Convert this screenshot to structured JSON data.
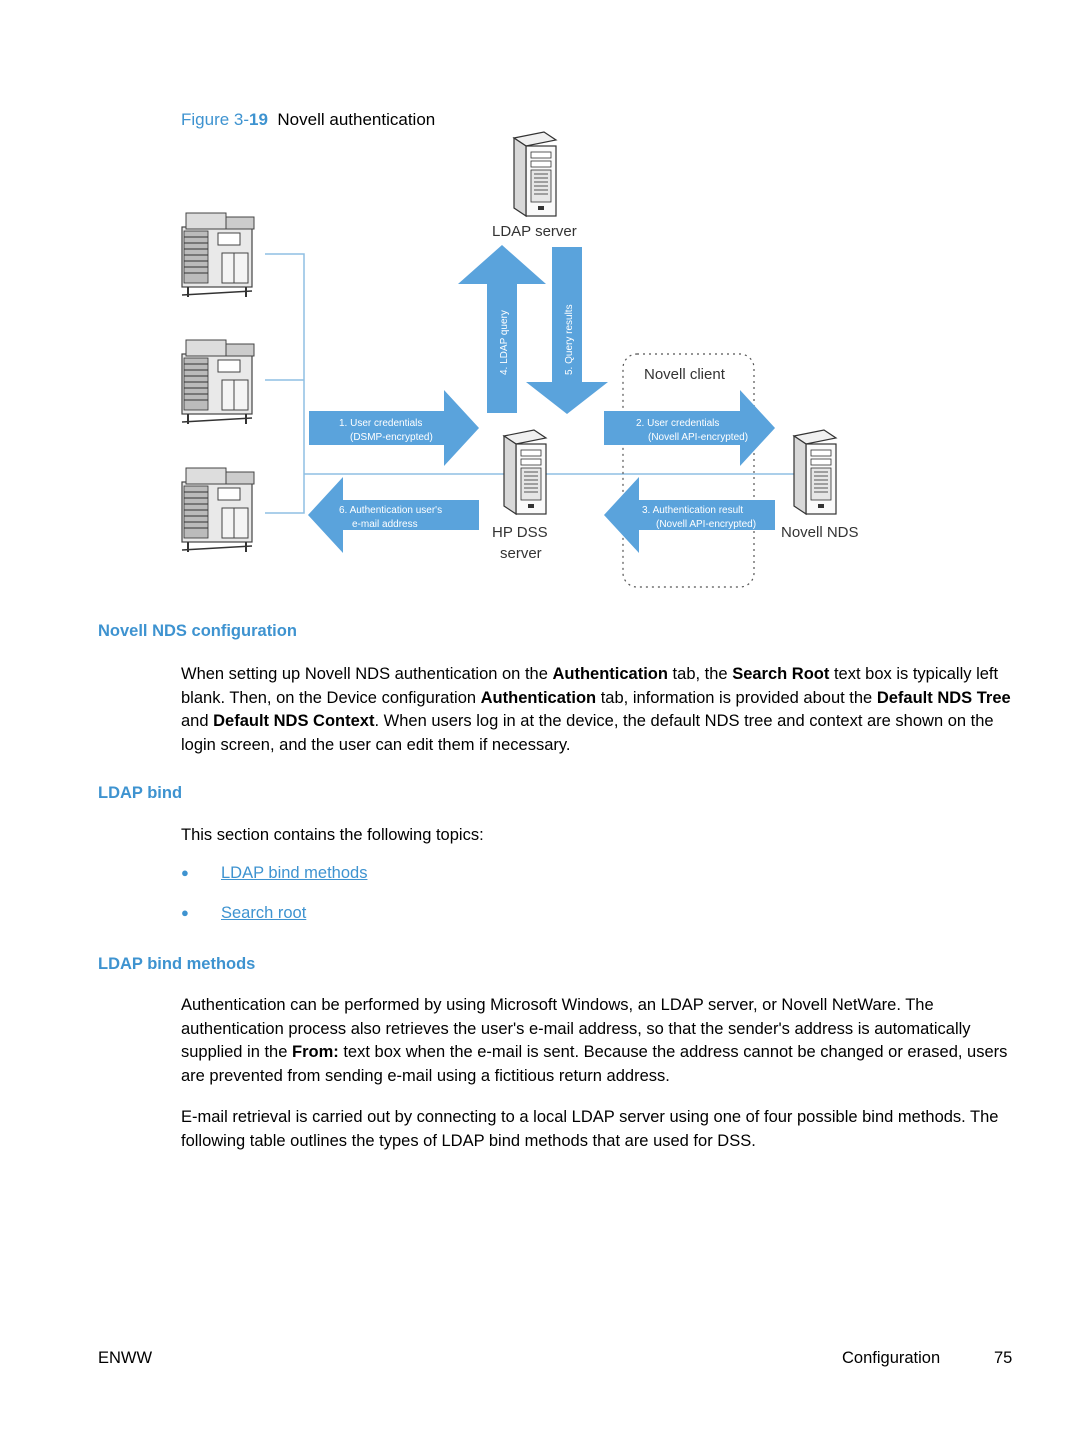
{
  "figure": {
    "label": "Figure 3-",
    "number": "19",
    "title": "Novell authentication",
    "diagram": {
      "ldap_server": "LDAP server",
      "ldap_query": "4. LDAP query",
      "query_results": "5. Query results",
      "novell_client": "Novell client",
      "user_credentials_1": "1. User credentials",
      "user_credentials_1_sub": "(DSMP-encrypted)",
      "user_credentials_2": "2. User credentials",
      "user_credentials_2_sub": "(Novell API-encrypted)",
      "auth_email_1": "6. Authentication user's",
      "auth_email_2": "e-mail address",
      "auth_result": "3. Authentication result",
      "auth_result_sub": "(Novell API-encrypted)",
      "hp_dss": "HP DSS",
      "server": "server",
      "novell_nds": "Novell NDS",
      "arrow_color": "#5aa3dc"
    }
  },
  "sections": {
    "novell_nds_config": {
      "heading": "Novell NDS configuration",
      "p1_a": "When setting up Novell NDS authentication on the ",
      "p1_b": "Authentication",
      "p1_c": " tab, the ",
      "p1_d": "Search Root",
      "p1_e": " text box is typically left blank. Then, on the Device configuration ",
      "p1_f": "Authentication",
      "p1_g": " tab, information is provided about the ",
      "p1_h": "Default NDS Tree",
      "p1_i": " and ",
      "p1_j": "Default NDS Context",
      "p1_k": ". When users log in at the device, the default NDS tree and context are shown on the login screen, and the user can edit them if necessary."
    },
    "ldap_bind": {
      "heading": "LDAP bind",
      "intro": "This section contains the following topics:",
      "bullet_char": "●",
      "links": [
        "LDAP bind methods",
        "Search root"
      ]
    },
    "ldap_bind_methods": {
      "heading": "LDAP bind methods",
      "p1_a": "Authentication can be performed by using Microsoft Windows, an LDAP server, or Novell NetWare. The authentication process also retrieves the user's e-mail address, so that the sender's address is automatically supplied in the ",
      "p1_b": "From:",
      "p1_c": " text box when the e-mail is sent. Because the address cannot be changed or erased, users are prevented from sending e-mail using a fictitious return address.",
      "p2": "E-mail retrieval is carried out by connecting to a local LDAP server using one of four possible bind methods. The following table outlines the types of LDAP bind methods that are used for DSS."
    }
  },
  "footer": {
    "left": "ENWW",
    "section": "Configuration",
    "page": "75"
  },
  "accent_color": "#3e93d0"
}
